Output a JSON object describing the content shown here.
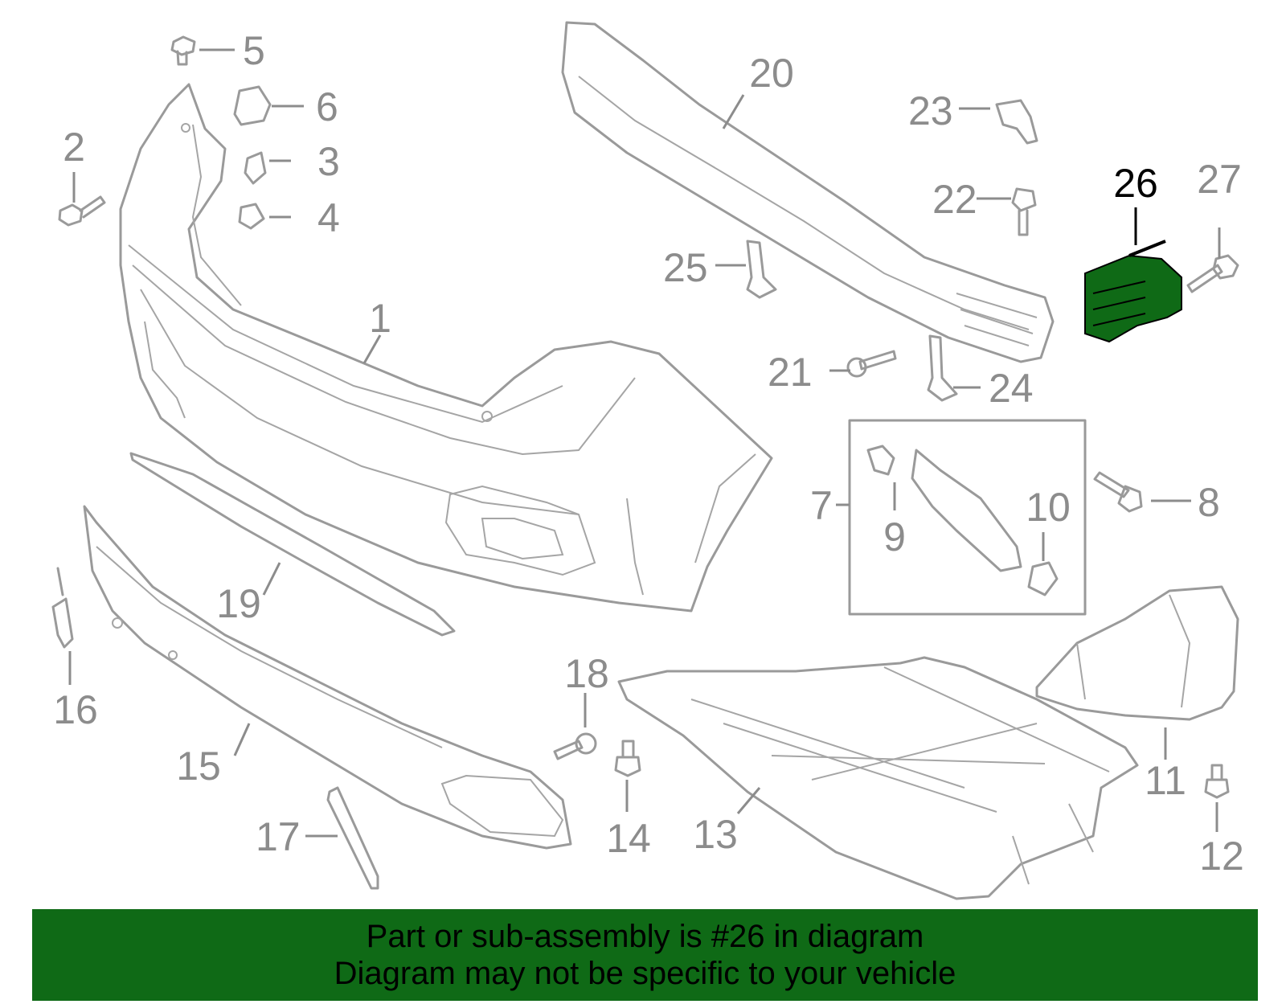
{
  "highlight_color": "#0f6a16",
  "callouts": [
    {
      "num": "1",
      "highlighted": false
    },
    {
      "num": "2",
      "highlighted": false
    },
    {
      "num": "3",
      "highlighted": false
    },
    {
      "num": "4",
      "highlighted": false
    },
    {
      "num": "5",
      "highlighted": false
    },
    {
      "num": "6",
      "highlighted": false
    },
    {
      "num": "7",
      "highlighted": false
    },
    {
      "num": "8",
      "highlighted": false
    },
    {
      "num": "9",
      "highlighted": false
    },
    {
      "num": "10",
      "highlighted": false
    },
    {
      "num": "11",
      "highlighted": false
    },
    {
      "num": "12",
      "highlighted": false
    },
    {
      "num": "13",
      "highlighted": false
    },
    {
      "num": "14",
      "highlighted": false
    },
    {
      "num": "15",
      "highlighted": false
    },
    {
      "num": "16",
      "highlighted": false
    },
    {
      "num": "17",
      "highlighted": false
    },
    {
      "num": "18",
      "highlighted": false
    },
    {
      "num": "19",
      "highlighted": false
    },
    {
      "num": "20",
      "highlighted": false
    },
    {
      "num": "21",
      "highlighted": false
    },
    {
      "num": "22",
      "highlighted": false
    },
    {
      "num": "23",
      "highlighted": false
    },
    {
      "num": "24",
      "highlighted": false
    },
    {
      "num": "25",
      "highlighted": false
    },
    {
      "num": "26",
      "highlighted": true
    },
    {
      "num": "27",
      "highlighted": false
    }
  ],
  "banner": {
    "line1": "Part or sub-assembly is #26 in diagram",
    "line2": "Diagram may not be specific to your vehicle"
  }
}
